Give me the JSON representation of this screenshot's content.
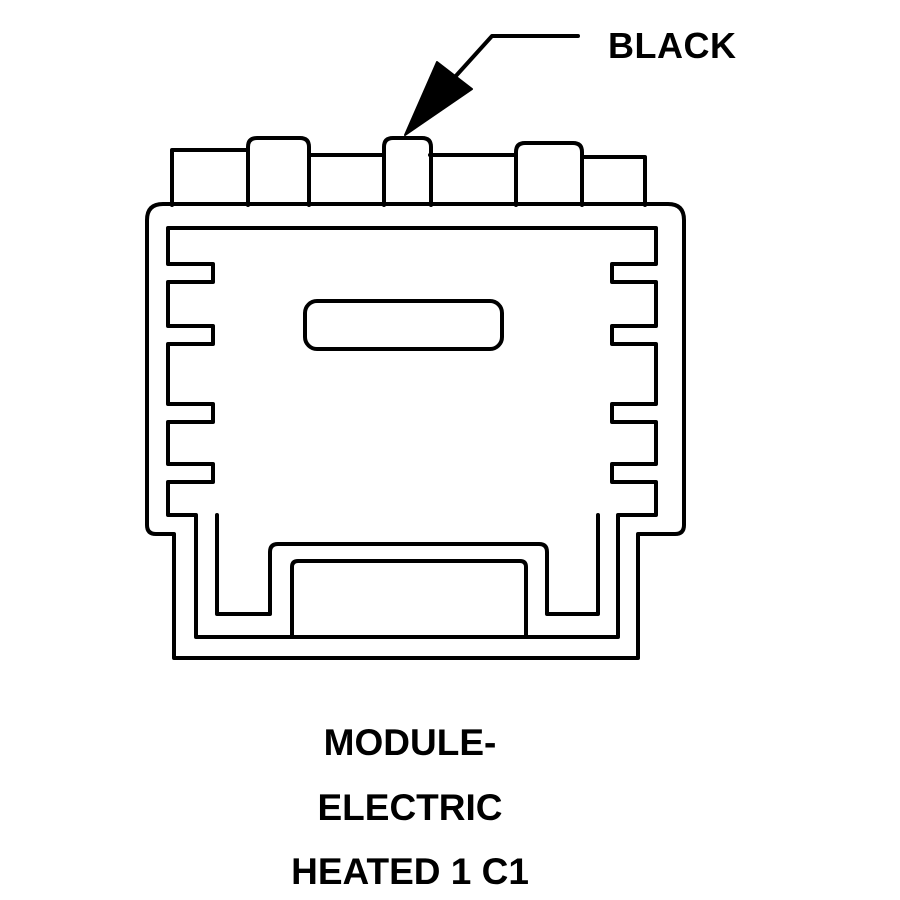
{
  "callout": {
    "color_label": "BLACK"
  },
  "caption": {
    "line1": "MODULE-",
    "line2": "ELECTRIC",
    "line3": "HEATED 1 C1"
  },
  "colors": {
    "stroke": "#000000",
    "background": "#ffffff"
  }
}
